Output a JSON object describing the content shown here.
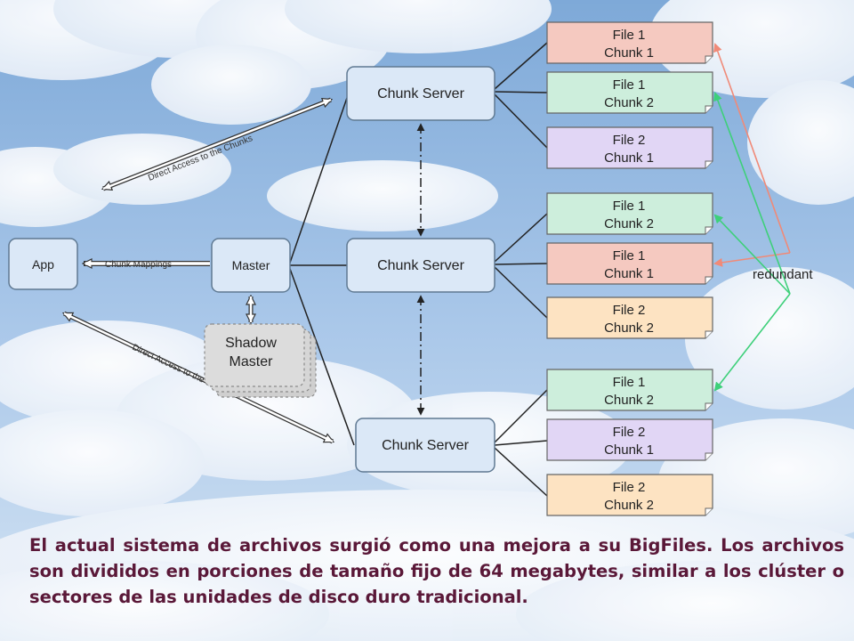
{
  "diagram": {
    "app": "App",
    "master": "Master",
    "shadow_master": [
      "Shadow",
      "Master"
    ],
    "chunk_servers": [
      "Chunk Server",
      "Chunk Server",
      "Chunk Server"
    ],
    "chunk_mappings": "Chunk Mappings",
    "direct_access_top": "Direct Access to the Chunks",
    "direct_access_bottom": "Direct Access to the Chunks",
    "redundant": "redundant",
    "chunks": [
      {
        "line1": "File 1",
        "line2": "Chunk 1",
        "kind": "f1c1"
      },
      {
        "line1": "File 1",
        "line2": "Chunk 2",
        "kind": "f1c2"
      },
      {
        "line1": "File 2",
        "line2": "Chunk 1",
        "kind": "f2c1"
      },
      {
        "line1": "File 1",
        "line2": "Chunk 2",
        "kind": "f1c2"
      },
      {
        "line1": "File 1",
        "line2": "Chunk 1",
        "kind": "f1c1"
      },
      {
        "line1": "File 2",
        "line2": "Chunk 2",
        "kind": "f2c2"
      },
      {
        "line1": "File 1",
        "line2": "Chunk 2",
        "kind": "f1c2"
      },
      {
        "line1": "File 2",
        "line2": "Chunk 1",
        "kind": "f2c1"
      },
      {
        "line1": "File 2",
        "line2": "Chunk 2",
        "kind": "f2c2"
      }
    ]
  },
  "colors": {
    "f1c1": "#f5c9c0",
    "f1c2": "#cdeedc",
    "f2c1": "#e1d6f5",
    "f2c2": "#fde3c2",
    "node_fill": "#dbe8f7",
    "node_stroke": "#5f7992",
    "caption": "#5a1838",
    "redundant_red": "#f08a78",
    "redundant_green": "#3ed07a"
  },
  "caption": "El actual sistema de archivos surgió como una mejora a su BigFiles. Los archivos son divididos en porciones de tamaño fijo de 64 megabytes, similar a los clúster o sectores de las unidades de disco duro tradicional."
}
